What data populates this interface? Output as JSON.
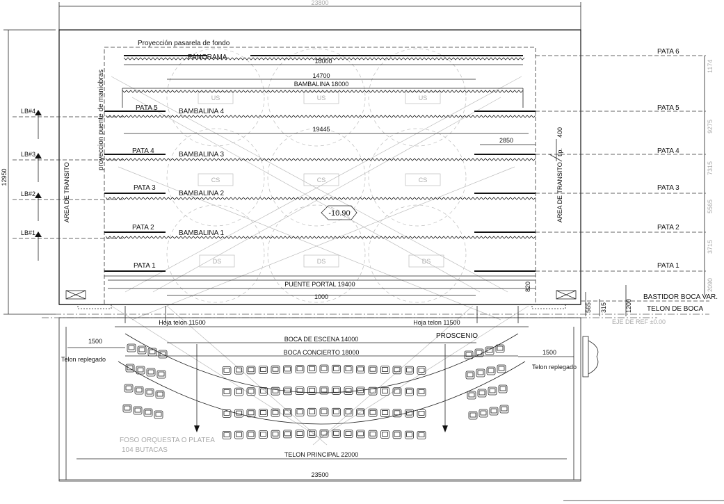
{
  "dimensions": {
    "top_width": "23800",
    "bottom_width": "23500",
    "left_height": "12950",
    "panorama_width": "18000",
    "bambalina_top_width": "14700",
    "width_19445": "19445",
    "width_2850": "2850",
    "height_400": "400",
    "portal_gap": "1000",
    "right_820": "820",
    "dim_565": "565",
    "dim_315": "315",
    "dim_1200": "1200",
    "left_1500": "1500",
    "right_1500": "1500",
    "elevation": "-10.90",
    "right_vertical": [
      "1174",
      "9275",
      "7315",
      "5565",
      "3715",
      "2090"
    ],
    "left_vertical": [
      "",
      "",
      ""
    ]
  },
  "labels": {
    "proyeccion_pasarela": "Proyección pasarela de fondo",
    "proyeccion_puente": "proyeccion puente de maniobras",
    "panorama": "PANORAMA",
    "bambalina_18000": "BAMBALINA 18000",
    "puente_portal": "PUENTE PORTAL 19400",
    "area_transito_left": "AREA DE TRANSITO",
    "area_transito_right": "AREA DE TRANSITO",
    "bastidor": "BASTIDOR BOCA VAR.",
    "telon_boca": "TELON DE BOCA",
    "eje_ref": "EJE DE REF ±0.00",
    "hoja_left": "Hoja telon 11500",
    "hoja_right": "Hoja telon 11500",
    "proscenio": "PROSCENIO",
    "boca_escena": "BOCA DE ESCENA 14000",
    "boca_concierto": "BOCA CONCIERTO 18000",
    "telon_replegado_left": "Telon replegado",
    "telon_replegado_right": "Telon replegado",
    "foso": "FOSO ORQUESTA O PLATEA",
    "butacas": "104 BUTACAS",
    "telon_principal": "TELON PRINCIPAL 22000",
    "tip": "tip."
  },
  "left_patas": [
    "PATA 5",
    "PATA 4",
    "PATA 3",
    "PATA 2",
    "PATA 1"
  ],
  "right_patas": [
    "PATA 6",
    "PATA 5",
    "PATA 4",
    "PATA 3",
    "PATA 2",
    "PATA 1"
  ],
  "bambalinas": [
    "BAMBALINA 4",
    "BAMBALINA 3",
    "BAMBALINA 2",
    "BAMBALINA 1"
  ],
  "lb_labels": [
    "LB#4",
    "LB#3",
    "LB#2",
    "LB#1"
  ],
  "fixture_labels": [
    "US",
    "US",
    "US",
    "CS",
    "CS",
    "CS",
    "DS",
    "DS",
    "DS"
  ]
}
